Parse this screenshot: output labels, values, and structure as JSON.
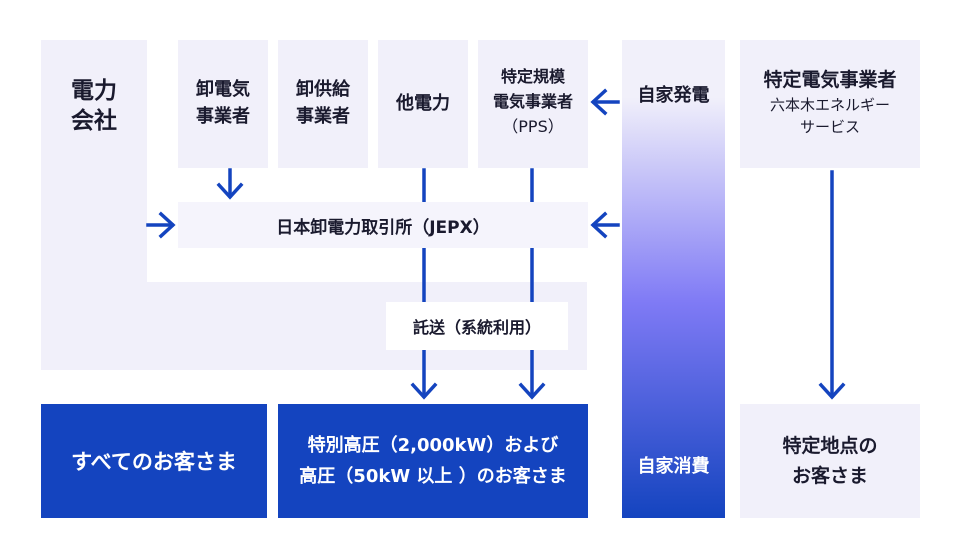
{
  "diagram": {
    "electric_company": {
      "line1": "電力",
      "line2": "会社"
    },
    "wholesale": {
      "line1": "卸電気",
      "line2": "事業者"
    },
    "supply": {
      "line1": "卸供給",
      "line2": "事業者"
    },
    "other": {
      "line1": "他電力"
    },
    "pps": {
      "line1": "特定規模",
      "line2": "電気事業者",
      "line3": "（PPS）"
    },
    "self_gen": {
      "top": "自家発電",
      "bottom": "自家消費"
    },
    "specified": {
      "title": "特定電気事業者",
      "sub1": "六本木エネルギー",
      "sub2": "サービス"
    },
    "jepx": {
      "label": "日本卸電力取引所（JEPX）"
    },
    "transmission": {
      "label": "託送（系統利用）"
    },
    "all_customers": {
      "label": "すべてのお客さま"
    },
    "high_voltage": {
      "line1": "特別高圧（2,000kW）および",
      "line2": "高圧（50kW 以上 ）のお客さま"
    },
    "specified_customers": {
      "line1": "特定地点の",
      "line2": "お客さま"
    },
    "colors": {
      "accent": "#1444bf",
      "light": "#f1f0fa",
      "gradient_mid": "#7f7af5"
    }
  }
}
